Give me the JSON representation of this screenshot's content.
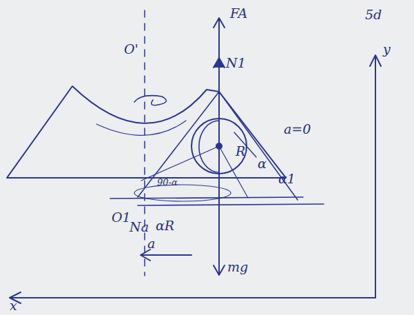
{
  "diagram": {
    "labels": [
      "O'",
      "FA",
      "N1",
      "5d",
      "a=0",
      "y",
      "x",
      "O1",
      "Na",
      "αR",
      "R",
      "α",
      "α1",
      "mg",
      "a",
      "90-α"
    ]
  }
}
